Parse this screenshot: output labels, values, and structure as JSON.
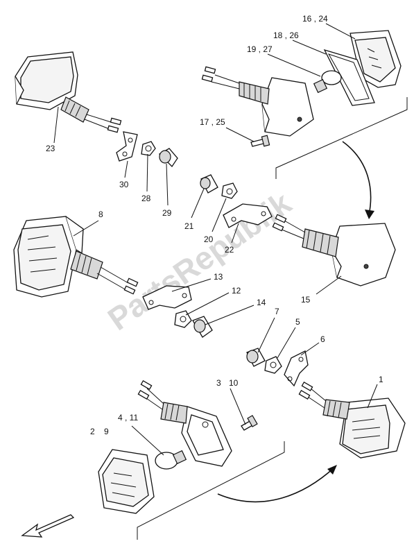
{
  "watermark": "PartsRepublik",
  "callouts": [
    {
      "id": "c16",
      "text": "16 , 24"
    },
    {
      "id": "c18",
      "text": "18 , 26"
    },
    {
      "id": "c19",
      "text": "19 , 27"
    },
    {
      "id": "c17",
      "text": "17 , 25"
    },
    {
      "id": "c23",
      "text": "23"
    },
    {
      "id": "c30",
      "text": "30"
    },
    {
      "id": "c28",
      "text": "28"
    },
    {
      "id": "c29",
      "text": "29"
    },
    {
      "id": "c21",
      "text": "21"
    },
    {
      "id": "c20",
      "text": "20"
    },
    {
      "id": "c22",
      "text": "22"
    },
    {
      "id": "c8",
      "text": "8"
    },
    {
      "id": "c13",
      "text": "13"
    },
    {
      "id": "c12",
      "text": "12"
    },
    {
      "id": "c14",
      "text": "14"
    },
    {
      "id": "c15",
      "text": "15"
    },
    {
      "id": "c7",
      "text": "7"
    },
    {
      "id": "c5",
      "text": "5"
    },
    {
      "id": "c6",
      "text": "6"
    },
    {
      "id": "c1",
      "text": "1"
    },
    {
      "id": "c3",
      "text": "3"
    },
    {
      "id": "c10",
      "text": "10"
    },
    {
      "id": "c4",
      "text": "4 , 11"
    },
    {
      "id": "c2",
      "text": "2"
    },
    {
      "id": "c9",
      "text": "9"
    }
  ]
}
